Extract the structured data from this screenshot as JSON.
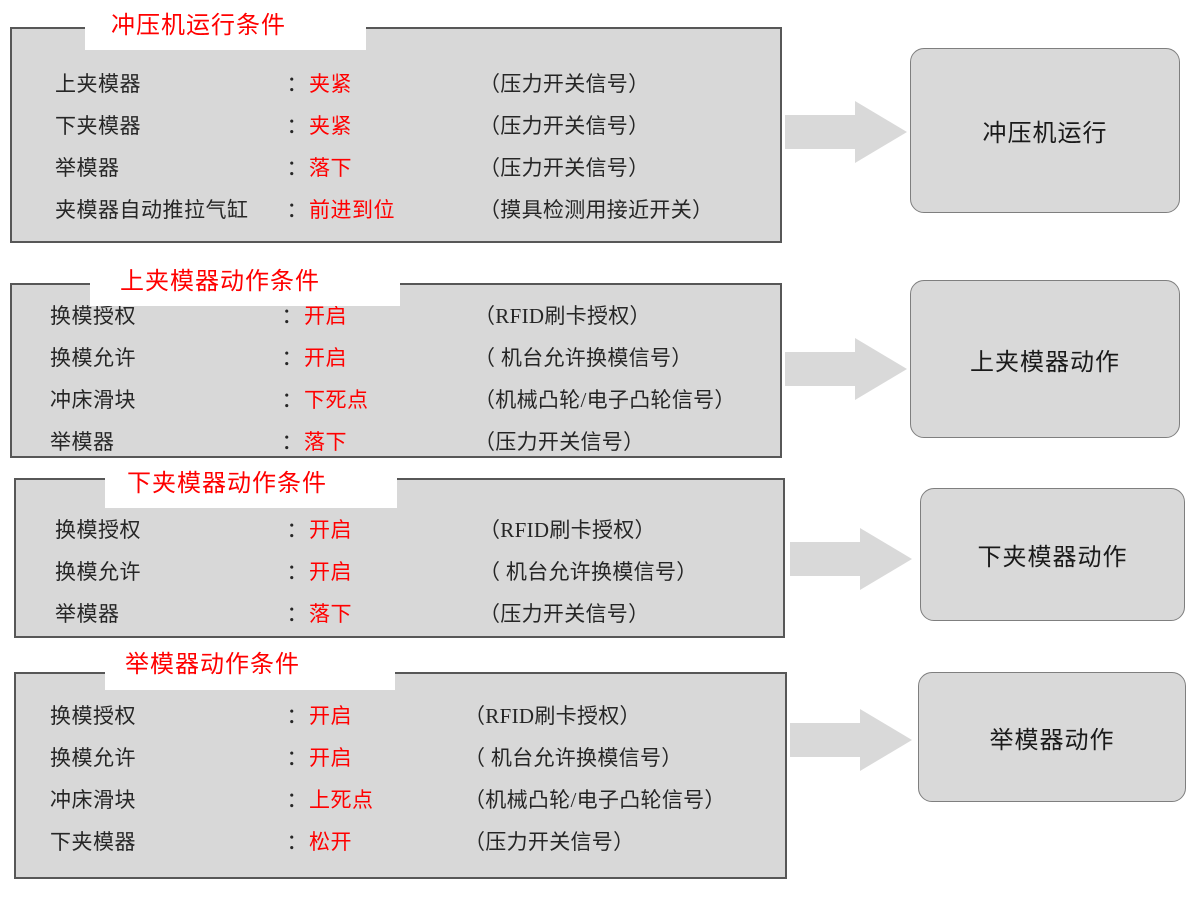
{
  "colors": {
    "accent_red": "#ff0000",
    "panel_fill": "#d8d8d8",
    "panel_border": "#575757",
    "box_fill": "#d9d9d9",
    "box_border": "#7f7f7f",
    "arrow_fill": "#d9d9d9",
    "text": "#262626"
  },
  "groups": [
    {
      "title": "冲压机运行条件",
      "rows": [
        {
          "label": "上夹模器",
          "colon": "：",
          "value": "夹紧",
          "note": "（压力开关信号）"
        },
        {
          "label": "下夹模器",
          "colon": "：",
          "value": "夹紧",
          "note": "（压力开关信号）"
        },
        {
          "label": "举模器",
          "colon": "：",
          "value": "落下",
          "note": "（压力开关信号）"
        },
        {
          "label": "夹模器自动推拉气缸",
          "colon": "：",
          "value": "前进到位",
          "note": "（摸具检测用接近开关）"
        }
      ],
      "result": "冲压机运行"
    },
    {
      "title": "上夹模器动作条件",
      "rows": [
        {
          "label": "换模授权",
          "colon": "：",
          "value": "开启",
          "note": "（RFID刷卡授权）"
        },
        {
          "label": "换模允许",
          "colon": "：",
          "value": "开启",
          "note": "（ 机台允许换模信号）"
        },
        {
          "label": "冲床滑块",
          "colon": "：",
          "value": "下死点",
          "note": "（机械凸轮/电子凸轮信号）"
        },
        {
          "label": "举模器",
          "colon": "：",
          "value": "落下",
          "note": "（压力开关信号）"
        }
      ],
      "result": "上夹模器动作"
    },
    {
      "title": "下夹模器动作条件",
      "rows": [
        {
          "label": "换模授权",
          "colon": "：",
          "value": "开启",
          "note": "（RFID刷卡授权）"
        },
        {
          "label": "换模允许",
          "colon": "：",
          "value": "开启",
          "note": "（ 机台允许换模信号）"
        },
        {
          "label": "举模器",
          "colon": "：",
          "value": "落下",
          "note": "（压力开关信号）"
        }
      ],
      "result": "下夹模器动作"
    },
    {
      "title": "举模器动作条件",
      "rows": [
        {
          "label": "换模授权",
          "colon": "：",
          "value": "开启",
          "note": "（RFID刷卡授权）"
        },
        {
          "label": "换模允许",
          "colon": "：",
          "value": "开启",
          "note": "（ 机台允许换模信号）"
        },
        {
          "label": "冲床滑块",
          "colon": "：",
          "value": "上死点",
          "note": "（机械凸轮/电子凸轮信号）"
        },
        {
          "label": "下夹模器",
          "colon": "：",
          "value": "松开",
          "note": "（压力开关信号）"
        }
      ],
      "result": "举模器动作"
    }
  ]
}
